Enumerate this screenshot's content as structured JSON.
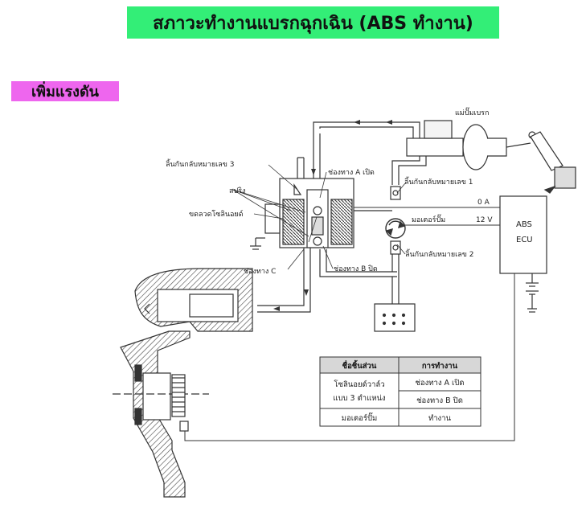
{
  "title": "สภาวะทำงานแบรกฉุกเฉิน (ABS ทำงาน)",
  "state_label": "เพิ่มแรงดัน",
  "labels": {
    "master_cylinder": "แม่ปั๊มเบรก",
    "check_valve_3": "ลิ้นกันกลับหมายเลข 3",
    "port_a_open": "ช่องทาง A เปิด",
    "check_valve_1": "ลิ้นกันกลับหมายเลข 1",
    "spring": "สปริง",
    "solenoid_coil": "ขดลวดโซลินอยด์",
    "pump_motor": "มอเตอร์ปั๊ม",
    "check_valve_2": "ลิ้นกันกลับหมายเลข 2",
    "port_c": "ช่องทาง C",
    "port_b_closed": "ช่องทาง B ปิด",
    "signal_0a": "0 A",
    "signal_12v": "12 V",
    "ecu_line1": "ABS",
    "ecu_line2": "ECU"
  },
  "table": {
    "headers": [
      "ชื่อชิ้นส่วน",
      "การทำงาน"
    ],
    "rows": [
      {
        "part_line1": "โซลินอยด์วาล์ว",
        "part_line2": "แบบ 3 ตำแหน่ง",
        "op1": "ช่องทาง A เปิด",
        "op2": "ช่องทาง B ปิด"
      },
      {
        "part": "มอเตอร์ปั๊ม",
        "op": "ทำงาน"
      }
    ]
  }
}
